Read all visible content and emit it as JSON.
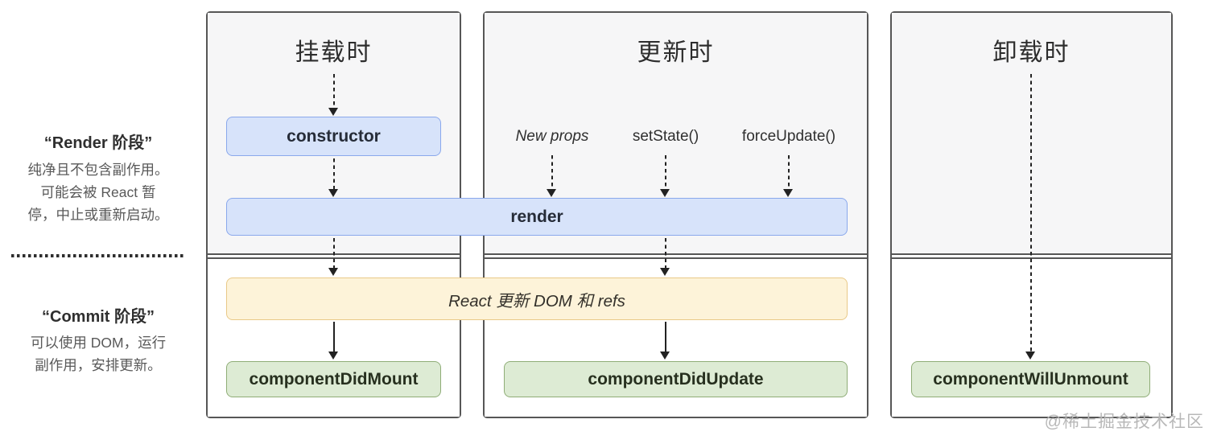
{
  "phase_legend": {
    "render": {
      "title": "“Render 阶段”",
      "desc_lines": [
        "纯净且不包含副作用。",
        "可能会被 React 暂",
        "停，中止或重新启动。"
      ]
    },
    "commit": {
      "title": "“Commit 阶段”",
      "desc_lines": [
        "可以使用 DOM，运行",
        "副作用，安排更新。"
      ]
    }
  },
  "columns": {
    "mounting": {
      "header": "挂载时"
    },
    "updating": {
      "header": "更新时",
      "triggers": [
        "New props",
        "setState()",
        "forceUpdate()"
      ]
    },
    "unmounting": {
      "header": "卸载时"
    }
  },
  "nodes": {
    "constructor": "constructor",
    "render": "render",
    "react_updates": "React 更新 DOM 和 refs",
    "component_did_mount": "componentDidMount",
    "component_did_update": "componentDidUpdate",
    "component_will_unmount": "componentWillUnmount"
  },
  "colors": {
    "blue_fill": "#d7e3fa",
    "blue_border": "#8aa8ec",
    "yellow_fill": "#fdf3d9",
    "yellow_border": "#e9c988",
    "green_fill": "#ddebd4",
    "green_border": "#8fad77",
    "column_border": "#565656",
    "render_phase_bg": "#f6f6f7",
    "arrow": "#222222",
    "desc_text": "#595959",
    "watermark_text": "#b8b8b8"
  },
  "watermark": "@稀土掘金技术社区"
}
